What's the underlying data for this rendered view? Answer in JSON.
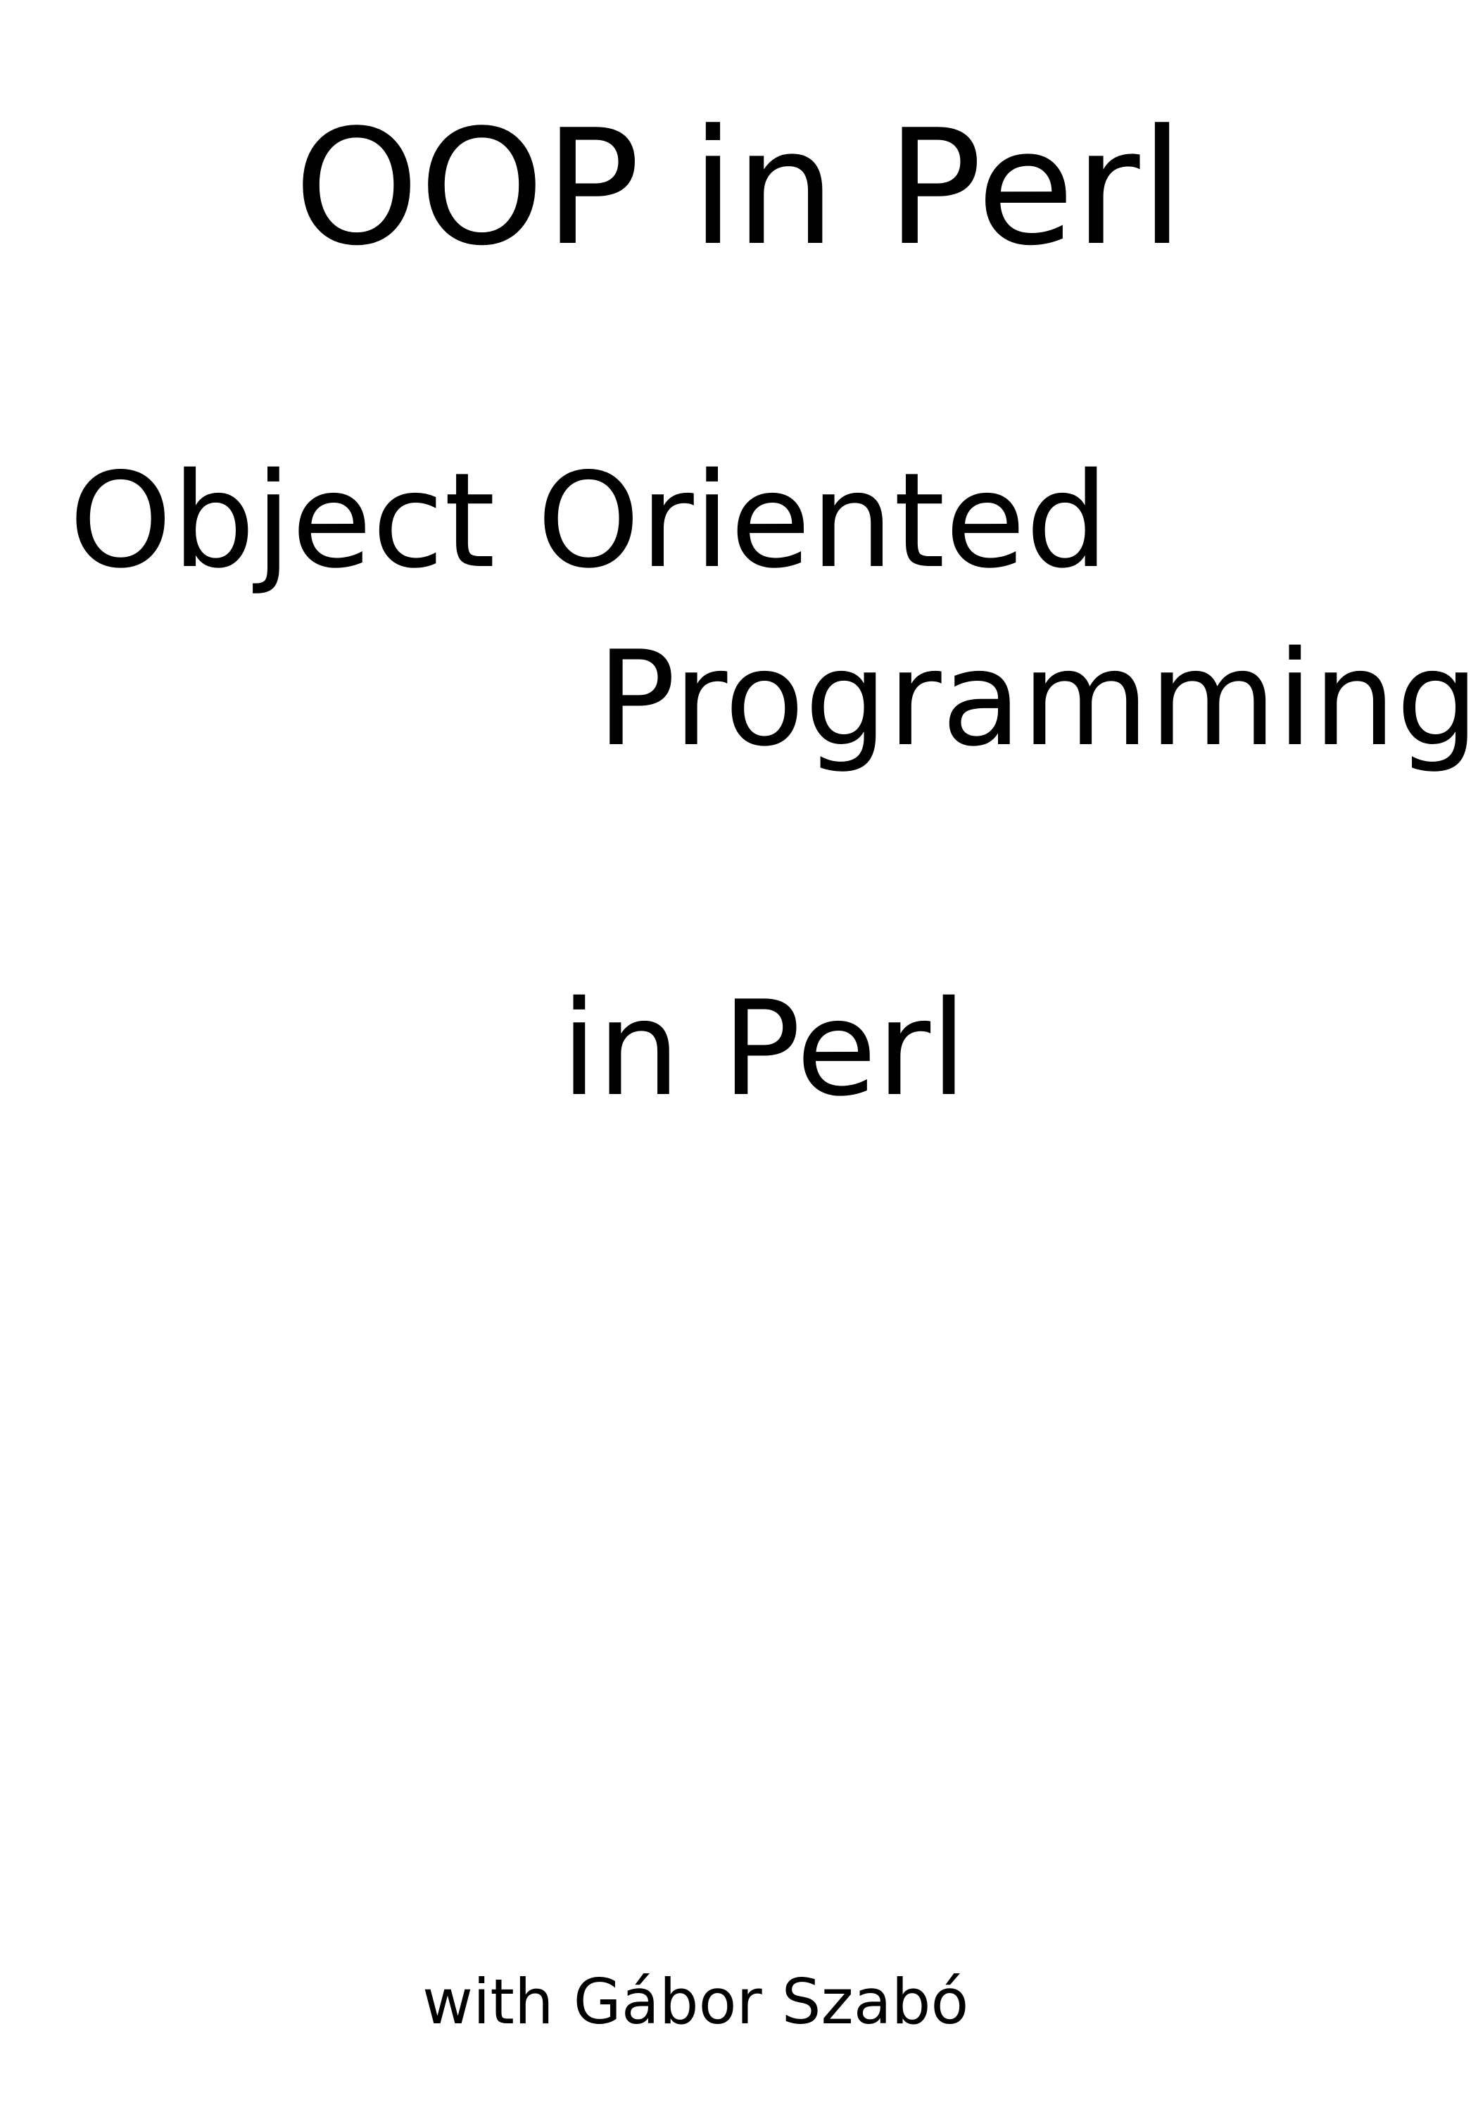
{
  "cover": {
    "title": "OOP in Perl",
    "subtitle_line1": "Object Oriented",
    "subtitle_line2": "Programming",
    "subtitle_line3": "in Perl",
    "author": "with Gábor Szabó"
  },
  "colors": {
    "background": "#ffffff",
    "text": "#000000"
  }
}
